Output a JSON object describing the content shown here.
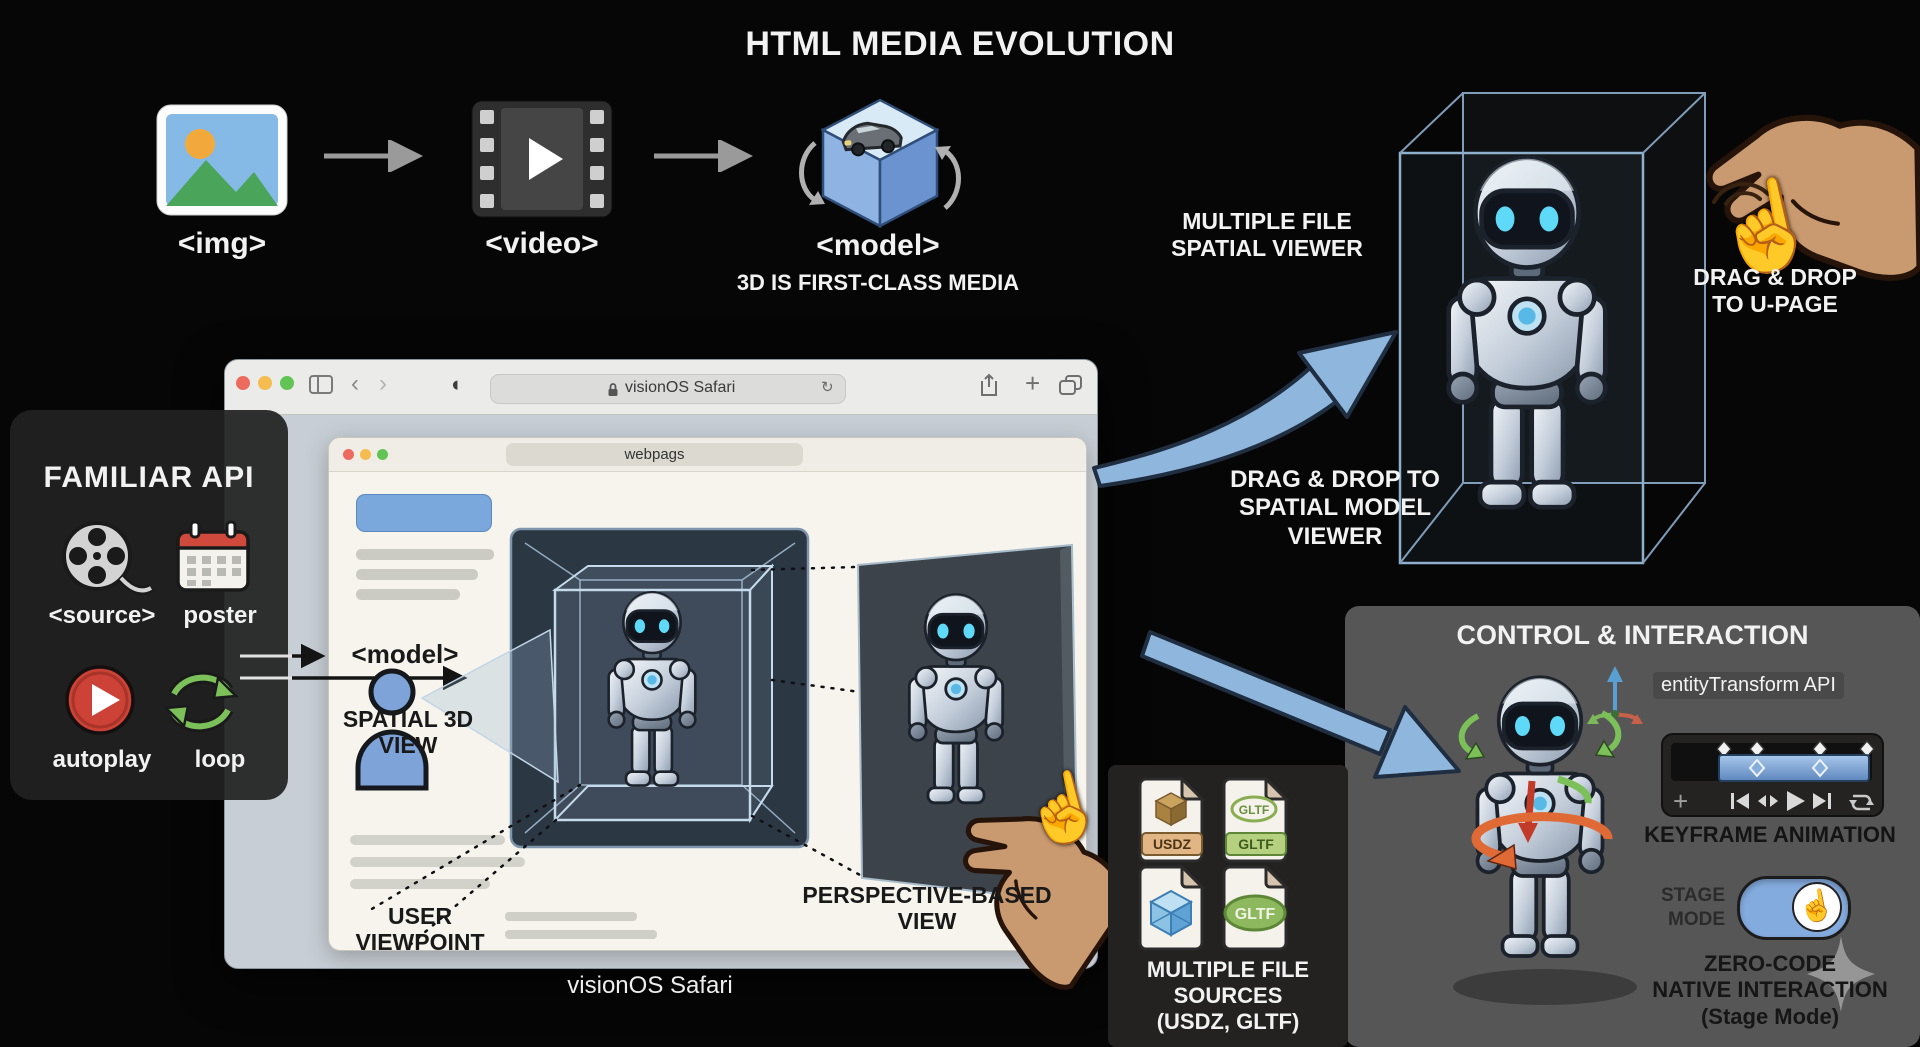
{
  "title": "HTML MEDIA EVOLUTION",
  "evolution": {
    "img_label": "<img>",
    "video_label": "<video>",
    "model_label": "<model>",
    "model_caption": "3D IS FIRST-CLASS MEDIA"
  },
  "spatial_viewer": {
    "label": "MULTIPLE FILE\nSPATIAL VIEWER",
    "drag_drop_label": "DRAG & DROP\nTO U-PAGE"
  },
  "familiar_api": {
    "title": "FAMILIAR API",
    "items": [
      {
        "label": "<source>",
        "icon": "film-reel-icon"
      },
      {
        "label": "poster",
        "icon": "calendar-icon"
      },
      {
        "label": "autoplay",
        "icon": "play-circle-icon"
      },
      {
        "label": "loop",
        "icon": "loop-arrows-icon"
      }
    ]
  },
  "browser": {
    "address_bar": "visionOS Safari",
    "tab_title": "webpags",
    "model_tag": "<model>",
    "spatial_view_label": "SPATIAL 3D\nVIEW",
    "user_viewpoint_label": "USER\nVIEWPOINT",
    "perspective_view_label": "PERSPECTIVE-BASED\nVIEW",
    "caption": "visionOS Safari"
  },
  "connections": {
    "drag_to_spatial_label": "DRAG & DROP TO\nSPATIAL MODEL\nVIEWER"
  },
  "file_sources": {
    "label": "MULTIPLE FILE\nSOURCES\n(USDZ, GLTF)",
    "usdz_badge": "USDZ",
    "gltf_badge": "GLTF"
  },
  "control_panel": {
    "title": "CONTROL & INTERACTION",
    "api_label": "entityTransform API",
    "keyframe_label": "KEYFRAME ANIMATION",
    "stage_mode_label": "STAGE\nMODE",
    "zero_code_label": "ZERO-CODE\nNATIVE INTERACTION\n(Stage Mode)"
  },
  "colors": {
    "background": "#060606",
    "arrow_blue": "#8fb6dc",
    "toggle_blue": "#84abde",
    "eye_cyan": "#5fd9f8",
    "panel_gray": "#565656",
    "usdz_tan": "#e2b684",
    "gltf_green": "#b5d07e"
  }
}
